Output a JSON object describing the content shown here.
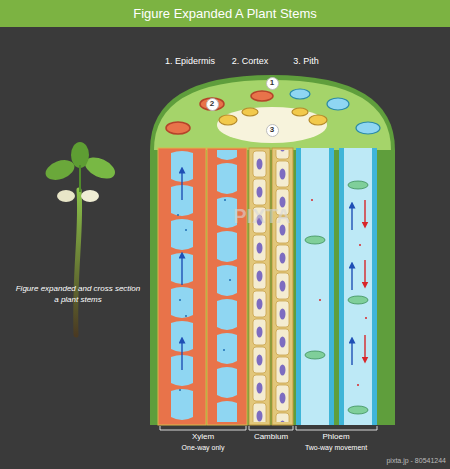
{
  "diagram": {
    "title": "Figure Expanded A Plant Stems",
    "caption": "Figure expanded and cross section a plant stems",
    "nodes": [
      {
        "text": [
          "1"
        ]
      },
      {
        "text": [
          "2"
        ]
      },
      {
        "text": [
          "3"
        ]
      }
    ],
    "labels": [
      "1. Epidermis",
      "2. Cortex",
      "3. Pith",
      "Xylem",
      "One-way only",
      "Cambium",
      "Phloem",
      "Two-way movement",
      "PIXTA",
      "pixta.jp - 80541244"
    ]
  }
}
